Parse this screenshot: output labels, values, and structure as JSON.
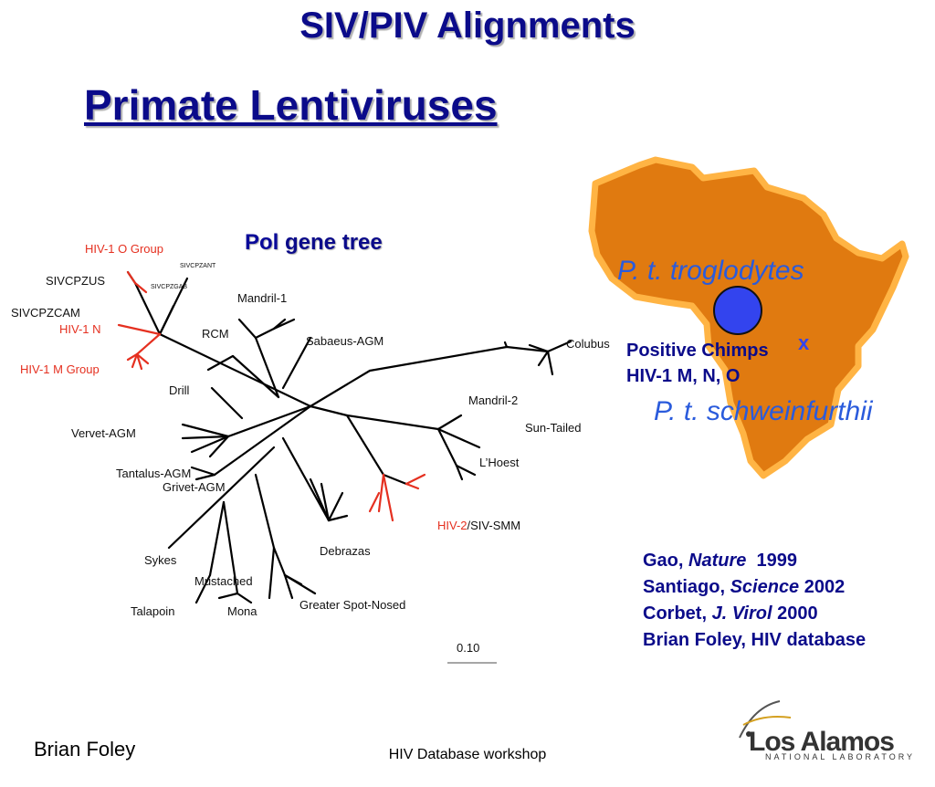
{
  "slide": {
    "title": "SIV/PIV Alignments",
    "subtitle": "Primate Lentiviruses",
    "tree_title": {
      "part1": "Pol",
      "part2": " gene ",
      "part3": "tree"
    },
    "scale": "0.10"
  },
  "tree_labels": {
    "hiv1_o": "HIV-1 O Group",
    "sivcpzant": "SIVCPZANT",
    "sivcpzus": "SIVCPZUS",
    "sivcpzgab": "SIVCPZGAB",
    "sivcpzcam": "SIVCPZCAM",
    "hiv1_n": "HIV-1 N",
    "hiv1_m": "HIV-1 M Group",
    "mandril1": "Mandril-1",
    "rcm": "RCM",
    "sabaeus": "Sabaeus-AGM",
    "colubus": "Colubus",
    "drill": "Drill",
    "vervet": "Vervet-AGM",
    "mandril2": "Mandril-2",
    "suntailed": "Sun-Tailed",
    "lhoest": "L’Hoest",
    "tantalus": "Tantalus-AGM",
    "grivet": "Grivet-AGM",
    "hiv2": "HIV-2",
    "sivsmm": "/SIV-SMM",
    "debrazas": "Debrazas",
    "sykes": "Sykes",
    "mustached": "Mustached",
    "talapoin": "Talapoin",
    "mona": "Mona",
    "greaterspot": "Greater Spot-Nosed"
  },
  "map": {
    "troglodytes": "P. t. troglodytes",
    "schweinfurthii": "P. t. schweinfurthii",
    "marker": "x",
    "positive_line1": "Positive Chimps",
    "positive_line2": "HIV-1 M, N, O"
  },
  "references": [
    {
      "author": "Gao, ",
      "journal": "Nature",
      "year": "  1999"
    },
    {
      "author": "Santiago, ",
      "journal": "Science",
      "year": " 2002"
    },
    {
      "author": "Corbet, ",
      "journal": "J. Virol",
      "year": " 2000"
    },
    {
      "author": "Brian Foley, HIV database",
      "journal": "",
      "year": ""
    }
  ],
  "footer": {
    "left": "Brian Foley",
    "center": "HIV Database workshop",
    "logo_name": "Los Alamos",
    "logo_sub": "NATIONAL LABORATORY"
  },
  "colors": {
    "title": "#0b0b8a",
    "hiv_red": "#e53020",
    "africa": "#e07a10",
    "africa_edge": "#ffb444",
    "dot": "#3344ee"
  }
}
